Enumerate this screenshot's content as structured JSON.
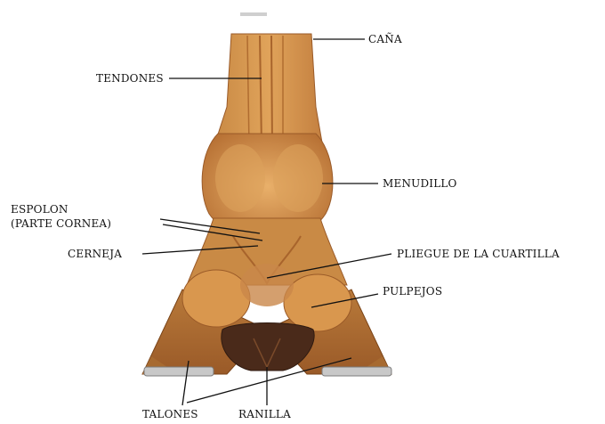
{
  "labels": {
    "cana": "CAÑA",
    "tendones": "TENDONES",
    "menudillo": "MENUDILLO",
    "espolon_line1": "ESPOLON",
    "espolon_line2": "(PARTE CORNEA)",
    "cerneja": "CERNEJA",
    "pliegue": "PLIEGUE DE LA CUARTILLA",
    "pulpejos": "PULPEJOS",
    "talones": "TALONES",
    "ranilla": "RANILLA"
  },
  "colors": {
    "hoof_base": "#c7863f",
    "hoof_light": "#e3a95f",
    "hoof_dark": "#8a4a1e",
    "frog": "#4a2a1a",
    "shoe": "#c8c8c8",
    "line": "#111111"
  }
}
